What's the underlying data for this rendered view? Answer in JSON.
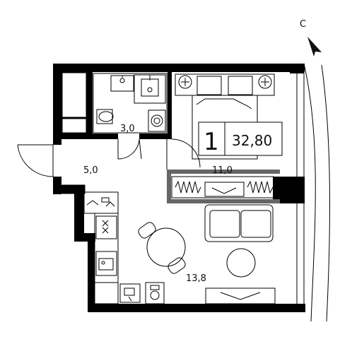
{
  "compass": {
    "label": "С"
  },
  "apartment": {
    "rooms": "1",
    "area": "32,80"
  },
  "rooms": [
    {
      "id": "bathroom",
      "area": "3,0"
    },
    {
      "id": "hallway",
      "area": "5,0"
    },
    {
      "id": "bedroom",
      "area": "11,0"
    },
    {
      "id": "kitchen-living",
      "area": "13,8"
    }
  ],
  "colors": {
    "wall": "#000000",
    "furniture": "#555555",
    "accent": "#222222",
    "partition": "#888888"
  }
}
